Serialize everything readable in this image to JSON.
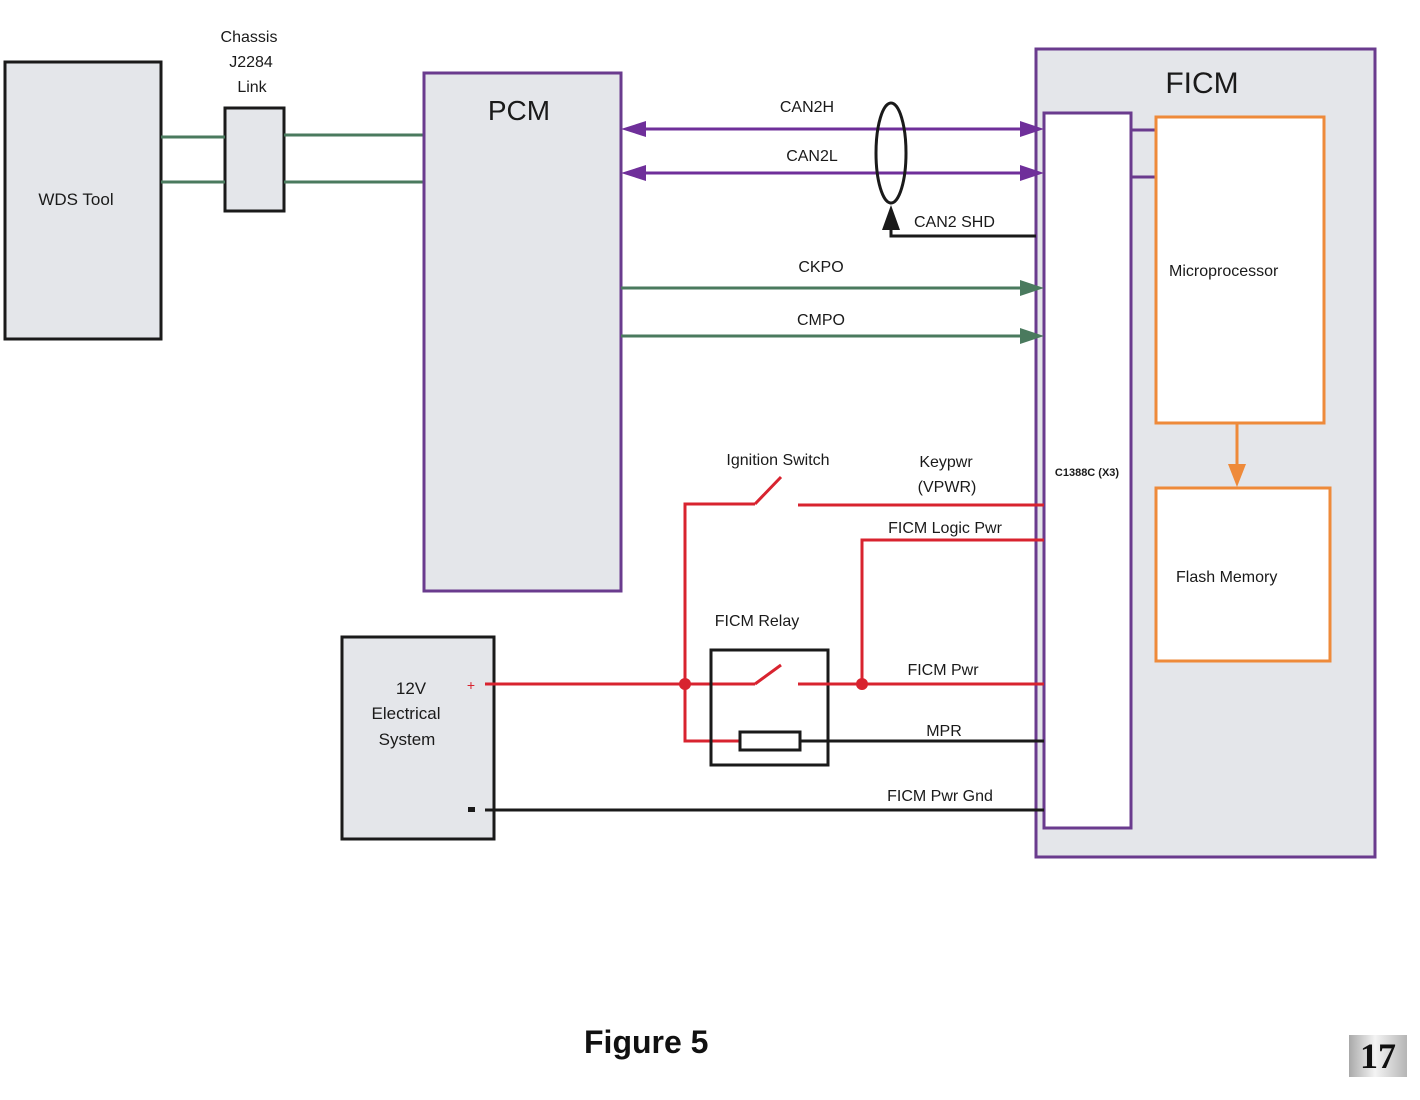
{
  "figure": {
    "caption": "Figure 5",
    "page_number": "17"
  },
  "colors": {
    "purple": "#6a3b8e",
    "can_purple": "#6f2f9a",
    "green": "#4a7a5e",
    "red": "#d8232f",
    "orange": "#ee8a3a",
    "black": "#1a1a1a",
    "box_fill": "#e4e6ea"
  },
  "blocks": {
    "wds_tool": "WDS Tool",
    "chassis_link": [
      "Chassis",
      "J2284",
      "Link"
    ],
    "pcm": "PCM",
    "ficm": "FICM",
    "connector": "C1388C (X3)",
    "microprocessor": "Microprocessor",
    "flash_memory": "Flash Memory",
    "power_supply": [
      "12V",
      "Electrical",
      "System"
    ],
    "plus_terminal": "+",
    "minus_terminal": "-",
    "ficm_relay": "FICM Relay",
    "ignition_switch": "Ignition Switch"
  },
  "signals": {
    "can2h": "CAN2H",
    "can2l": "CAN2L",
    "can2_shd": "CAN2 SHD",
    "ckpo": "CKPO",
    "cmpo": "CMPO",
    "keypwr": [
      "Keypwr",
      "(VPWR)"
    ],
    "ficm_logic_pwr": "FICM Logic Pwr",
    "ficm_pwr": "FICM Pwr",
    "mpr": "MPR",
    "ficm_pwr_gnd": "FICM Pwr Gnd"
  }
}
